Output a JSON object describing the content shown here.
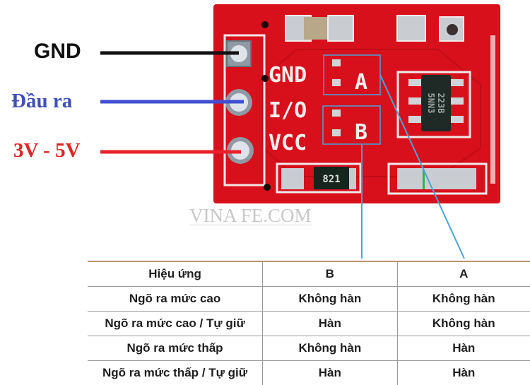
{
  "pin_labels": {
    "gnd": "GND",
    "output": "Đầu ra",
    "power": "3V - 5V"
  },
  "wire_colors": {
    "gnd": "#111111",
    "output": "#3f4fd0",
    "power": "#e8202a"
  },
  "board": {
    "pcb_color": "#d7101c",
    "silk_labels": {
      "gnd": "GND",
      "io": "I/O",
      "vcc": "VCC",
      "jumper_a": "A",
      "jumper_b": "B"
    },
    "resistor_marking": "821",
    "ic_marking_line1": "223B",
    "ic_marking_line2": "5NN3",
    "highlight_color": "#4aa3d8"
  },
  "watermark": "VINA FE.COM",
  "table": {
    "headers": [
      "Hiệu ứng",
      "B",
      "A"
    ],
    "rows": [
      [
        "Ngõ ra mức cao",
        "Không hàn",
        "Không hàn"
      ],
      [
        "Ngõ ra mức cao / Tự giữ",
        "Hàn",
        "Không hàn"
      ],
      [
        "Ngõ ra mức thấp",
        "Không hàn",
        "Hàn"
      ],
      [
        "Ngõ ra mức thấp / Tự giữ",
        "Hàn",
        "Hàn"
      ]
    ]
  }
}
